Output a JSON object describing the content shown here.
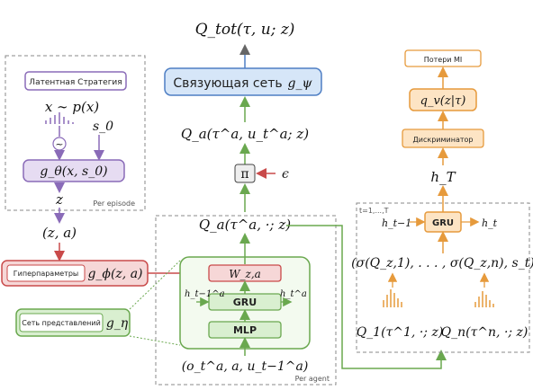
{
  "colors": {
    "purple": "#8a6bb8",
    "purple_fill": "#e6dcf2",
    "red": "#c94a4a",
    "red_fill": "#f6d7d7",
    "green": "#6aa84f",
    "green_fill": "#d9efd0",
    "orange": "#e69a3c",
    "orange_fill": "#fde4c4",
    "blue": "#4f7fc4",
    "blue_fill": "#d6e6f8",
    "gray": "#888888"
  },
  "top": {
    "qtot": "Q_tot(τ, u; z)",
    "mixer_label": "Связующая сеть",
    "mixer_sym": "g_ψ",
    "qa_joint": "Q_a(τ^a, u_t^a; z)",
    "pi": "π",
    "epsilon": "ϵ",
    "qa_all": "Q_a(τ^a, ·; z)"
  },
  "left": {
    "latent_strategy": "Латентная Стратегия",
    "x_sample": "x ∼ p(x)",
    "s0": "s_0",
    "tilde": "~",
    "g_theta": "g_θ(x, s_0)",
    "z": "z",
    "per_episode": "Per episode",
    "za": "(z, a)",
    "hyper_label": "Гиперпараметры",
    "g_phi": "g_ϕ(z, a)",
    "repr_label": "Сеть представлений",
    "g_eta": "g_η"
  },
  "agent": {
    "w_za": "W_z,a",
    "h_prev": "h_t−1^a",
    "h_t": "h_t^a",
    "gru": "GRU",
    "mlp": "MLP",
    "input": "(o_t^a, a, u_t−1^a)",
    "per_agent": "Per agent"
  },
  "right": {
    "mi_loss": "Потери MI",
    "q_v": "q_v(z|τ)",
    "discriminator": "Дискриминатор",
    "h_T": "h_T",
    "t_range": "t=1,...,T",
    "h_prev": "h_t−1",
    "gru": "GRU",
    "h_t": "h_t",
    "sigma_seq": "(σ(Q_z,1), . . . , σ(Q_z,n), s_t)",
    "q1": "Q_1(τ^1, ·; z)",
    "qn": "Q_n(τ^n, ·; z)"
  }
}
